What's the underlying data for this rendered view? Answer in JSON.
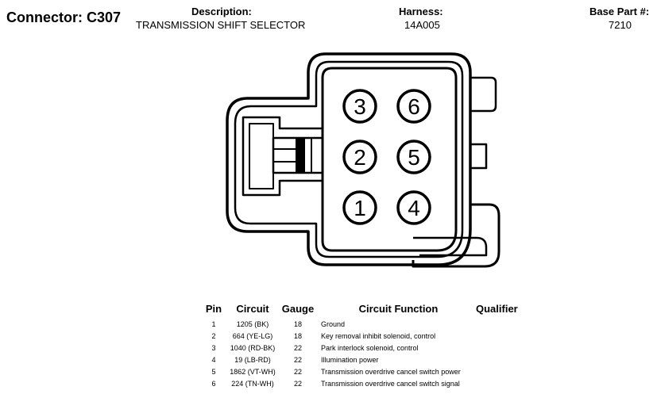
{
  "header": {
    "connector_label": "Connector: C307",
    "description_label": "Description:",
    "description_value": "TRANSMISSION SHIFT SELECTOR",
    "harness_label": "Harness:",
    "harness_value": "14A005",
    "base_part_label": "Base Part #:",
    "base_part_value": "7210"
  },
  "diagram": {
    "cavities": [
      "3",
      "6",
      "2",
      "5",
      "1",
      "4"
    ]
  },
  "table": {
    "headers": {
      "pin": "Pin",
      "circuit": "Circuit",
      "gauge": "Gauge",
      "function": "Circuit Function",
      "qualifier": "Qualifier"
    },
    "rows": [
      {
        "pin": "1",
        "circuit": "1205 (BK)",
        "gauge": "18",
        "function": "Ground",
        "qualifier": ""
      },
      {
        "pin": "2",
        "circuit": "664 (YE-LG)",
        "gauge": "18",
        "function": "Key removal inhibit solenoid, control",
        "qualifier": ""
      },
      {
        "pin": "3",
        "circuit": "1040 (RD-BK)",
        "gauge": "22",
        "function": "Park interlock solenoid, control",
        "qualifier": ""
      },
      {
        "pin": "4",
        "circuit": "19 (LB-RD)",
        "gauge": "22",
        "function": "Illumination power",
        "qualifier": ""
      },
      {
        "pin": "5",
        "circuit": "1862 (VT-WH)",
        "gauge": "22",
        "function": "Transmission overdrive cancel switch power",
        "qualifier": ""
      },
      {
        "pin": "6",
        "circuit": "224 (TN-WH)",
        "gauge": "22",
        "function": "Transmission overdrive cancel switch signal",
        "qualifier": ""
      }
    ]
  }
}
